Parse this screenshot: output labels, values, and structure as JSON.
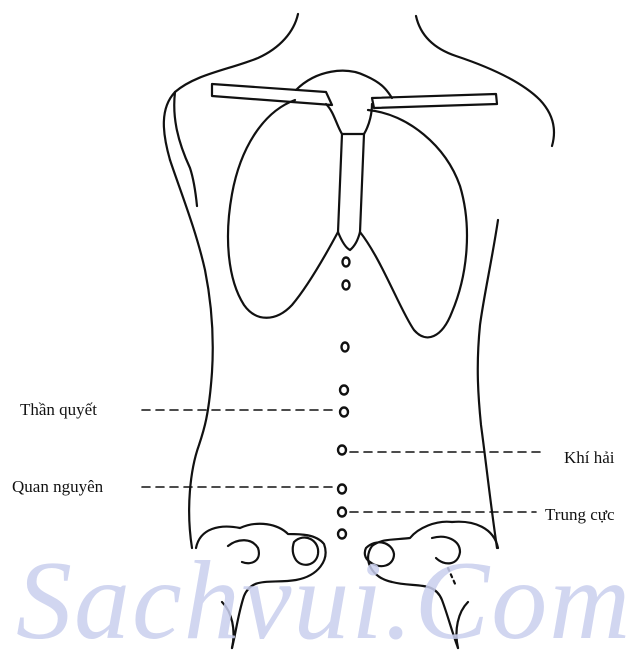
{
  "points": {
    "than_quyet": "Thần quyết",
    "quan_nguyen": "Quan nguyên",
    "khi_hai": "Khí hải",
    "trung_cuc": "Trung cực"
  },
  "watermark": "Sachvui.Com",
  "colors": {
    "ink": "#111111",
    "watermark": "#c9cfee",
    "background": "#ffffff"
  }
}
